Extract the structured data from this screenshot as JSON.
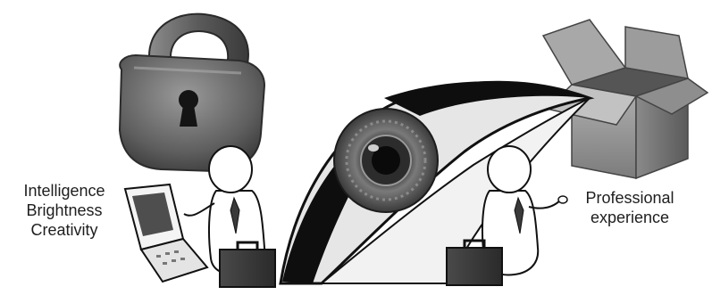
{
  "labels": {
    "left": [
      "Intelligence",
      "Brightness",
      "Creativity"
    ],
    "right": [
      "Professional",
      "experience"
    ]
  },
  "colors": {
    "lock_body": "#6a6a6a",
    "box": "#9a9a9a",
    "iris": "#5a5a5a",
    "eye_outline": "#111111"
  }
}
